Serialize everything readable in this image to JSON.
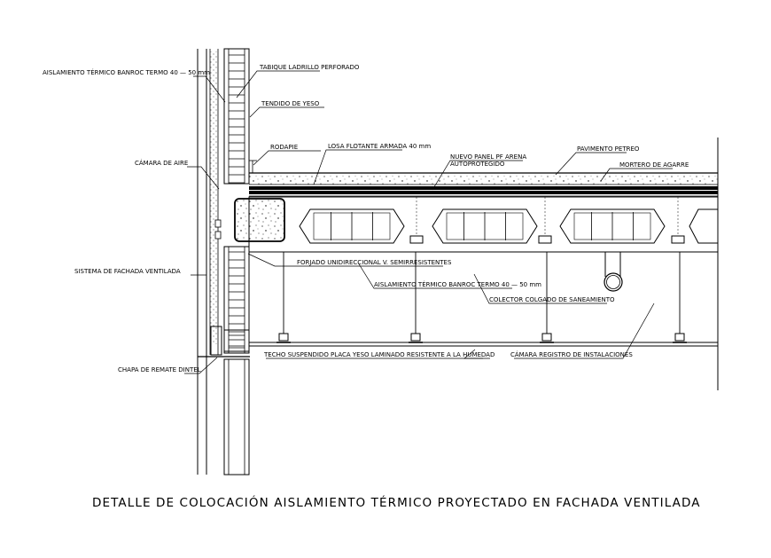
{
  "title": "DETALLE DE COLOCACIÓN AISLAMIENTO TÉRMICO PROYECTADO EN FACHADA VENTILADA",
  "labels": {
    "aislamiento_fachada": "AISLAMIENTO TÉRMICO BANROC TERMO 40 — 50 mm",
    "tabique": "TABIQUE LADRILLO PERFORADO",
    "tendido": "TENDIDO DE YESO",
    "rodapie": "RODAPIE",
    "losa": "LOSA FLOTANTE ARMADA 40 mm",
    "panel_1": "NUEVO PANEL PF ARENA",
    "panel_2": "AUTOPROTEGIDO",
    "pavimento": "PAVIMENTO PETREO",
    "mortero": "MORTERO DE AGARRE",
    "camara_aire": "CÁMARA DE AIRE",
    "sistema_fachada": "SISTEMA DE FACHADA VENTILADA",
    "forjado": "FORJADO UNIDIRECCIONAL V. SEMIRRESISTENTES",
    "aislamiento_techo": "AISLAMIENTO TÉRMICO BANROC TERMO 40 — 50 mm",
    "colector": "COLECTOR COLGADO DE SANEAMIENTO",
    "chapa": "CHAPA DE REMATE DINTEL",
    "techo": "TECHO SUSPENDIDO PLACA  YESO LAMINADO RESISTENTE A LA HUMEDAD",
    "camara_registro": "CÁMARA REGISTRO DE INSTALACIONES"
  }
}
